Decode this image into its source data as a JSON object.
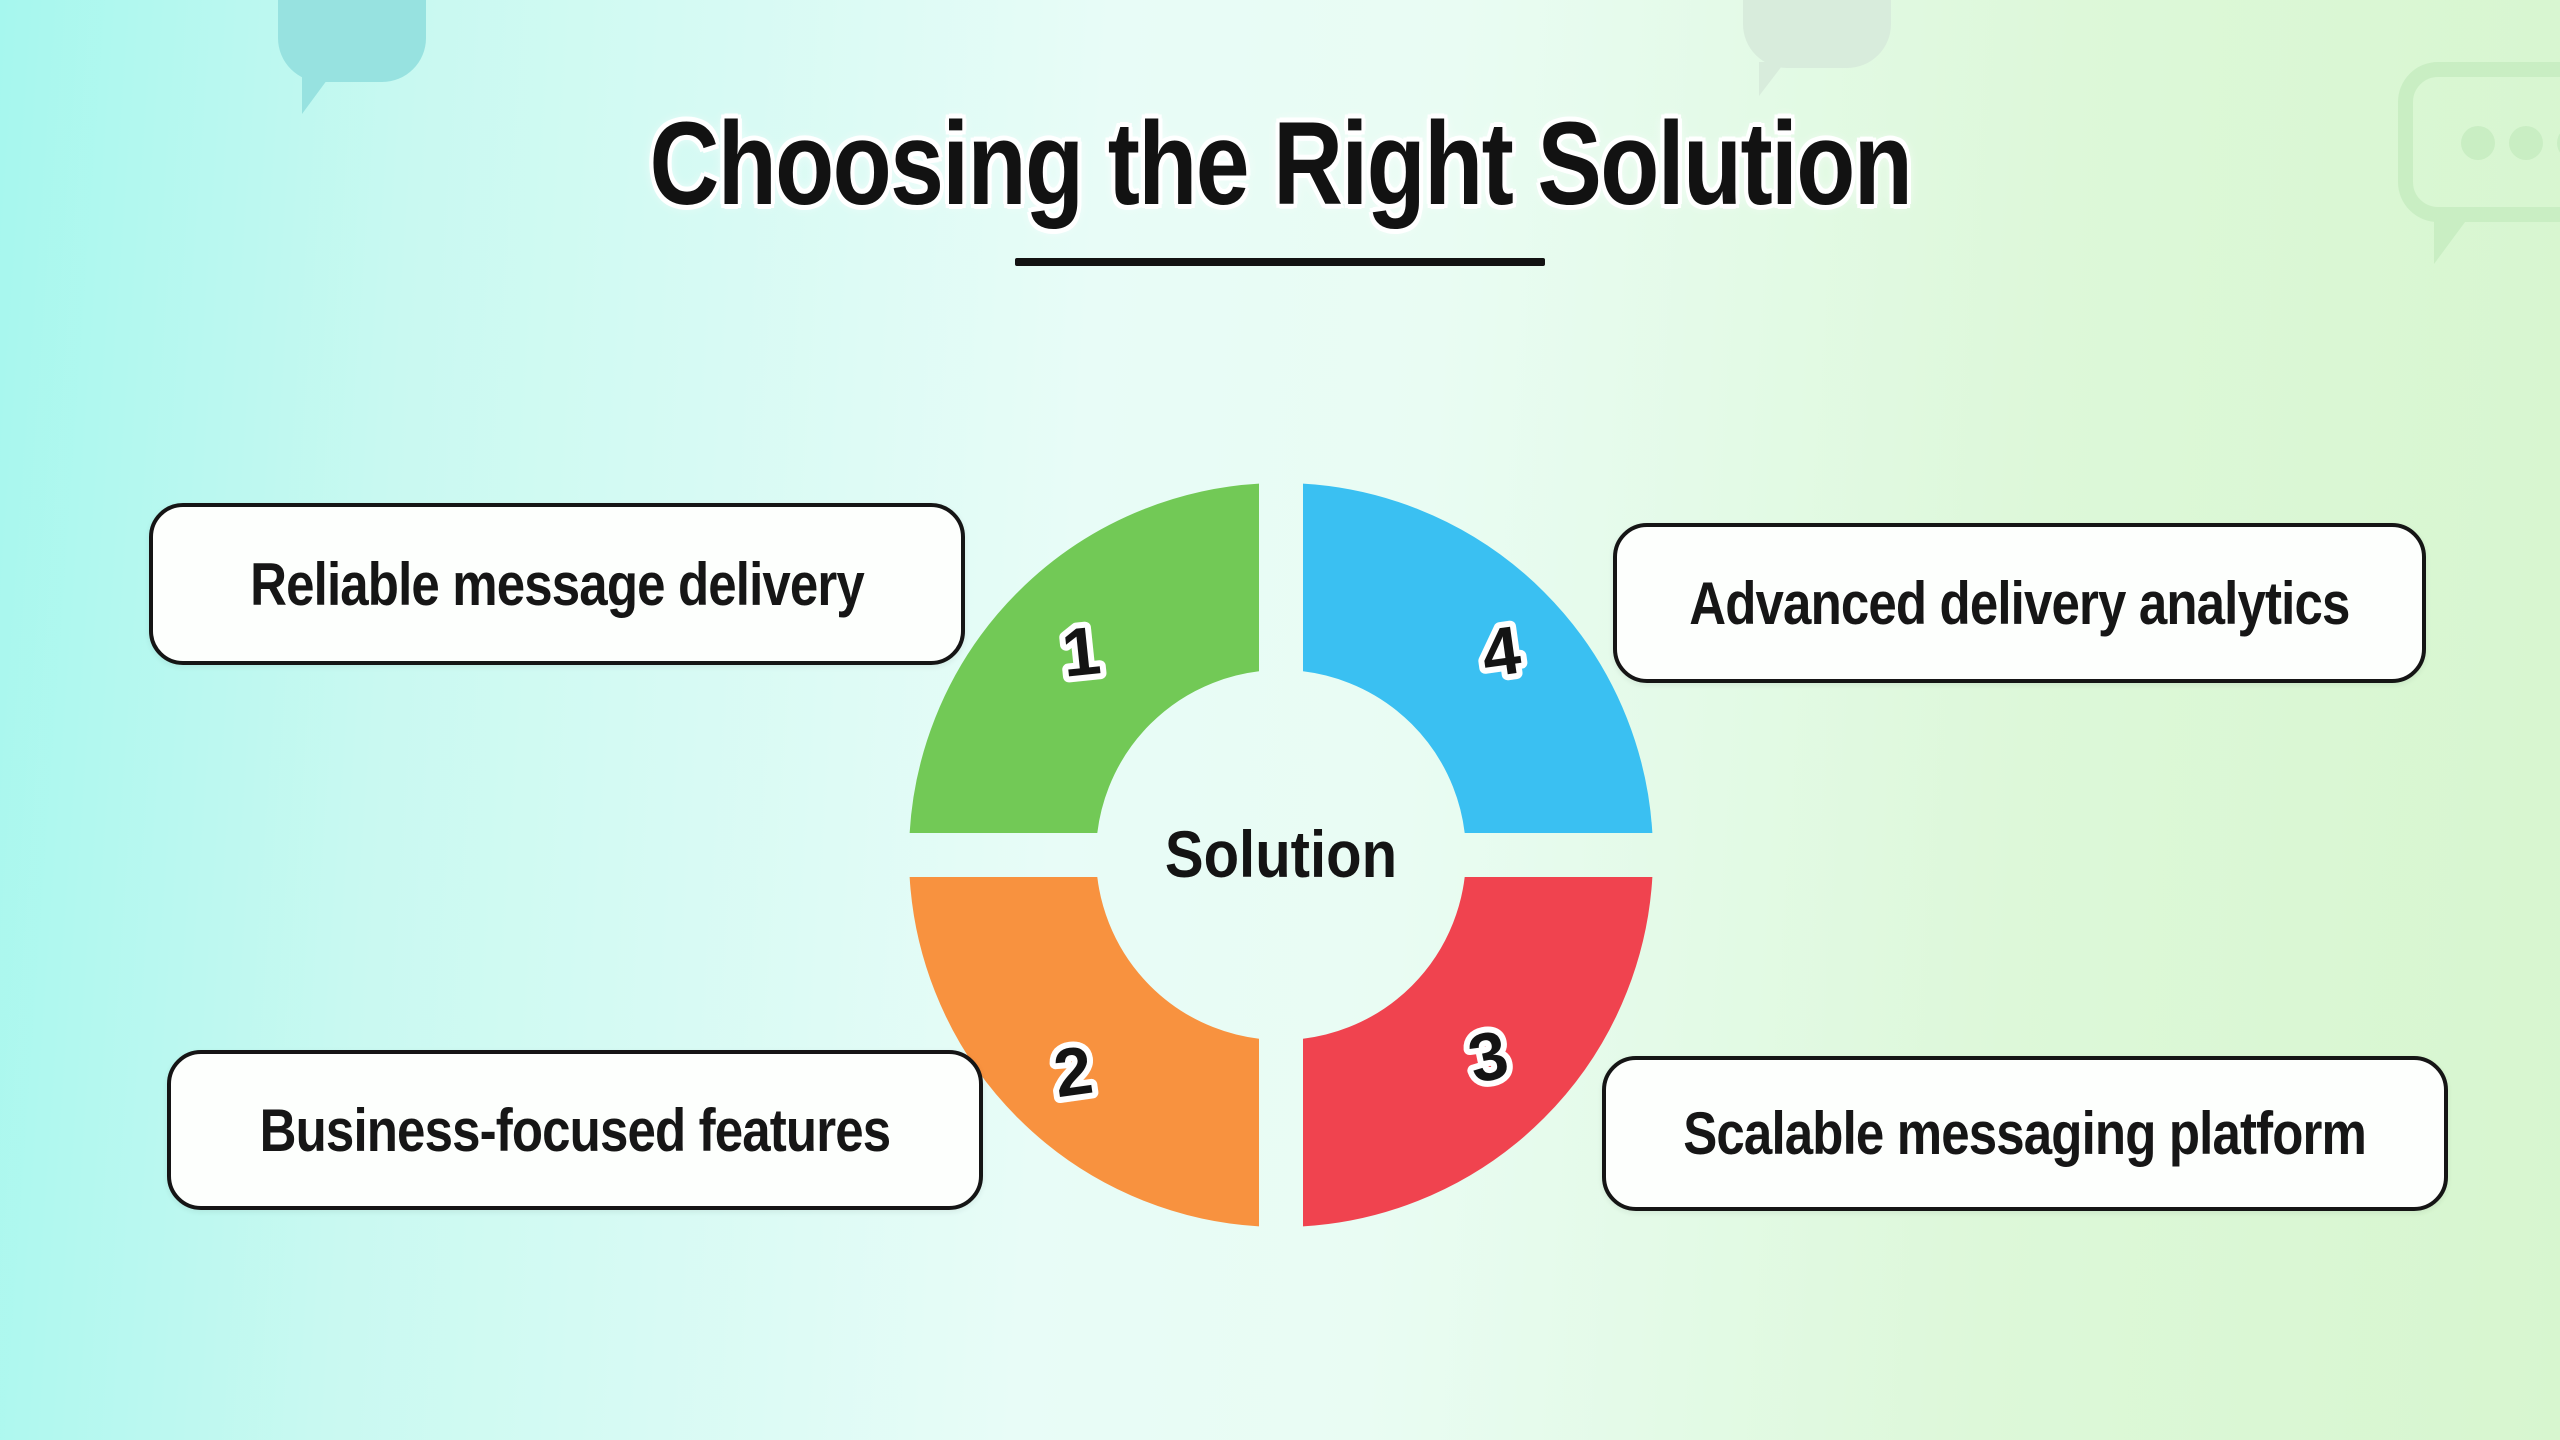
{
  "title": "Choosing the Right Solution",
  "diagram": {
    "type": "donut-quadrants",
    "center_label": "Solution",
    "segments": [
      {
        "number": "1",
        "label": "Reliable message delivery",
        "color": "#72c956",
        "position": "top-left"
      },
      {
        "number": "2",
        "label": "Business-focused features",
        "color": "#f8923f",
        "position": "bottom-left"
      },
      {
        "number": "3",
        "label": "Scalable messaging platform",
        "color": "#f0434f",
        "position": "bottom-right"
      },
      {
        "number": "4",
        "label": "Advanced delivery analytics",
        "color": "#3ac0f2",
        "position": "top-right"
      }
    ]
  },
  "style": {
    "background_left": "#a6f7ee",
    "background_center": "#e8fcf7",
    "background_right": "#d7f6cf",
    "text_color": "#141414",
    "box_background": "#fdfffd",
    "box_border": "#151515",
    "number_outline": "#ffffff"
  },
  "decorations": [
    {
      "name": "speech-bubble-top-left",
      "color": "#97e2e0"
    },
    {
      "name": "speech-bubble-top-middle",
      "color": "#d8ecdc"
    },
    {
      "name": "speech-bubble-top-right-outline",
      "color": "#c9eec3"
    }
  ]
}
